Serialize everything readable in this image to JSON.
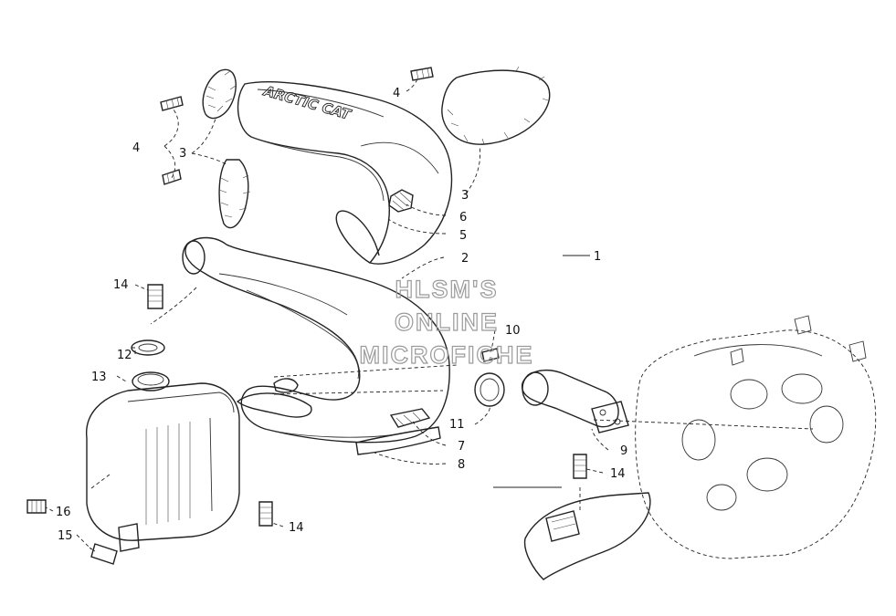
{
  "watermark": {
    "line1": "HLSM'S",
    "line2": "ONLINE",
    "line3": "MICROFICHE"
  },
  "cover_logo_text": "ARCTIC CAT",
  "callouts": {
    "c1": "1",
    "c2": "2",
    "c3_left": "3",
    "c3_right": "3",
    "c4_left": "4",
    "c4_top": "4",
    "c5": "5",
    "c6": "6",
    "c7": "7",
    "c8": "8",
    "c9": "9",
    "c10": "10",
    "c11": "11",
    "c12": "12",
    "c13": "13",
    "c14_left": "14",
    "c14_mid": "14",
    "c14_right": "14",
    "c15": "15",
    "c16": "16"
  }
}
